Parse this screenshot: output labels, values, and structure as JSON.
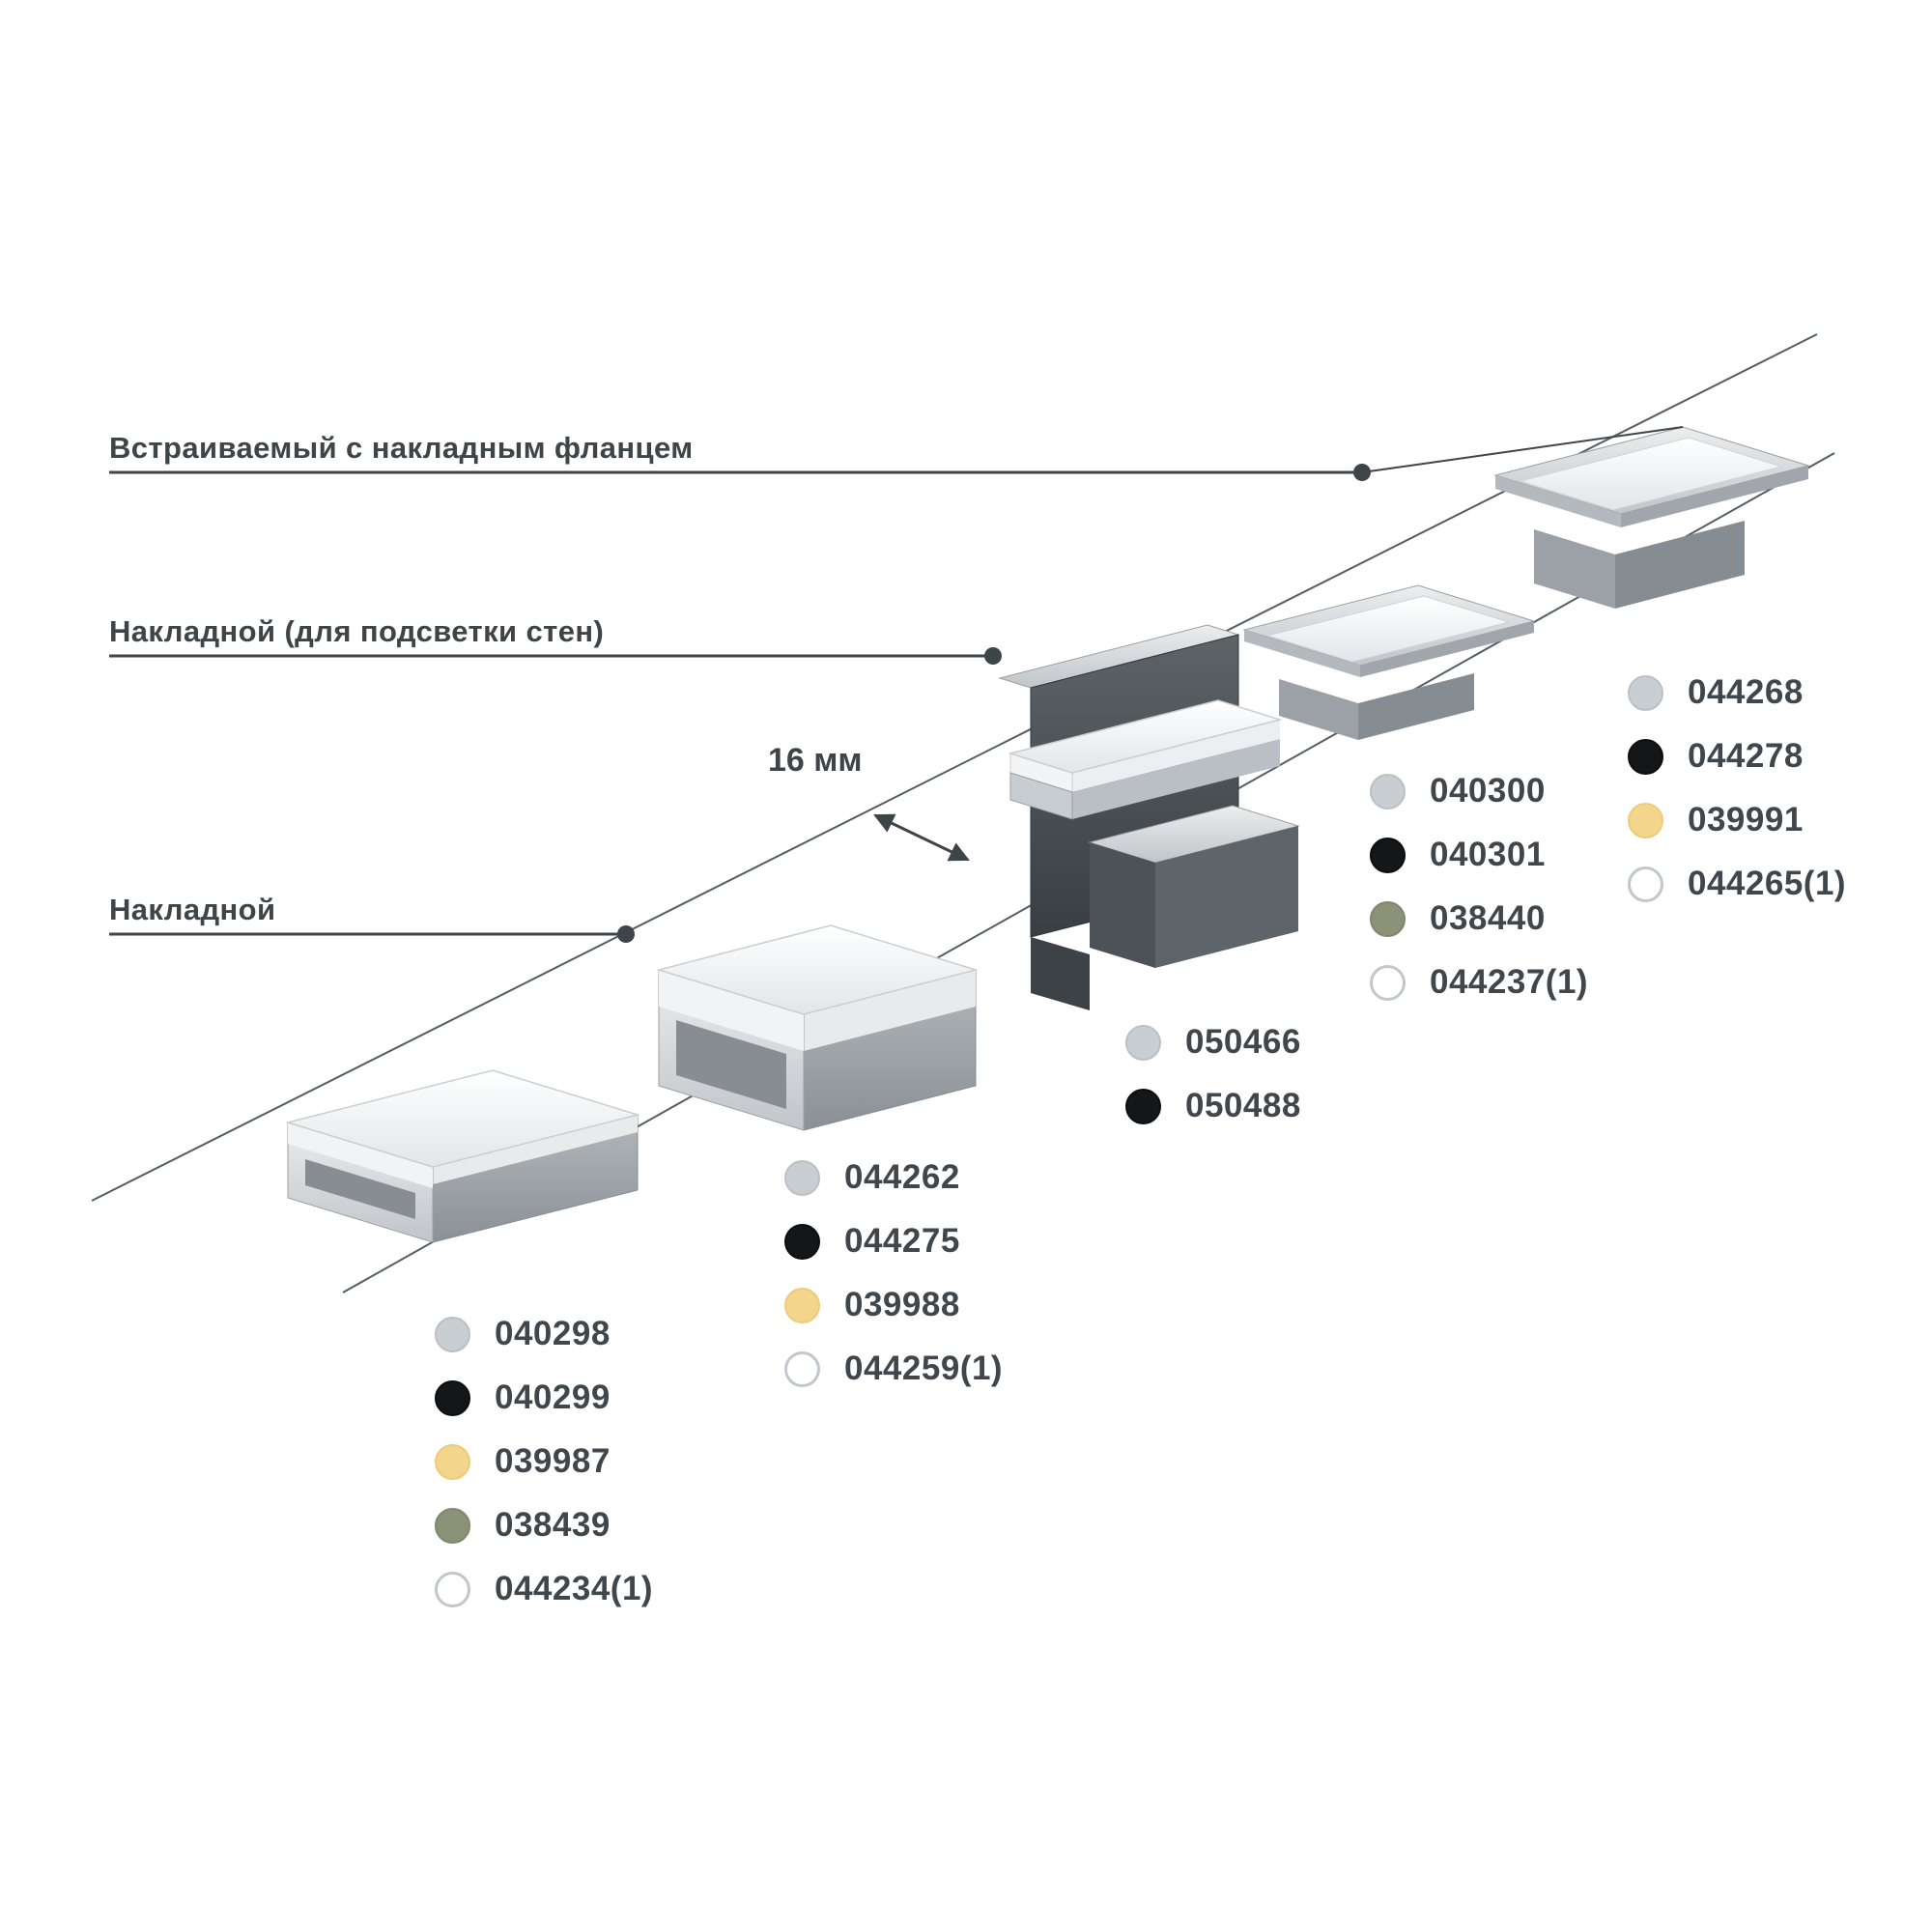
{
  "labels": {
    "recessed_flange": "Встраиваемый с накладным фланцем",
    "surface_wall": "Накладной (для подсветки стен)",
    "surface": "Накладной",
    "dimension": "16 мм"
  },
  "swatch_colors": {
    "silver": "#c9ced2",
    "black": "#14171a",
    "gold": "#f4d58c",
    "olive": "#8b9277",
    "white": "#ffffff"
  },
  "line_color": "#3e4549",
  "text_color": "#3e4549",
  "products": [
    {
      "name": "surface-profile-flat",
      "type_label": "Накладной",
      "items": [
        {
          "code": "040298",
          "color": "silver"
        },
        {
          "code": "040299",
          "color": "black"
        },
        {
          "code": "039987",
          "color": "gold"
        },
        {
          "code": "038439",
          "color": "olive"
        },
        {
          "code": "044234(1)",
          "color": "white"
        }
      ]
    },
    {
      "name": "surface-profile-high",
      "type_label": "Накладной",
      "items": [
        {
          "code": "044262",
          "color": "silver"
        },
        {
          "code": "044275",
          "color": "black"
        },
        {
          "code": "039988",
          "color": "gold"
        },
        {
          "code": "044259(1)",
          "color": "white"
        }
      ]
    },
    {
      "name": "wall-washer-profile",
      "type_label": "Накладной (для подсветки стен)",
      "items": [
        {
          "code": "050466",
          "color": "silver"
        },
        {
          "code": "050488",
          "color": "black"
        }
      ]
    },
    {
      "name": "recessed-flange-profile-small",
      "type_label": "Встраиваемый с накладным фланцем",
      "items": [
        {
          "code": "040300",
          "color": "silver"
        },
        {
          "code": "040301",
          "color": "black"
        },
        {
          "code": "038440",
          "color": "olive"
        },
        {
          "code": "044237(1)",
          "color": "white"
        }
      ]
    },
    {
      "name": "recessed-flange-profile-large",
      "type_label": "Встраиваемый с накладным фланцем",
      "items": [
        {
          "code": "044268",
          "color": "silver"
        },
        {
          "code": "044278",
          "color": "black"
        },
        {
          "code": "039991",
          "color": "gold"
        },
        {
          "code": "044265(1)",
          "color": "white"
        }
      ]
    }
  ]
}
